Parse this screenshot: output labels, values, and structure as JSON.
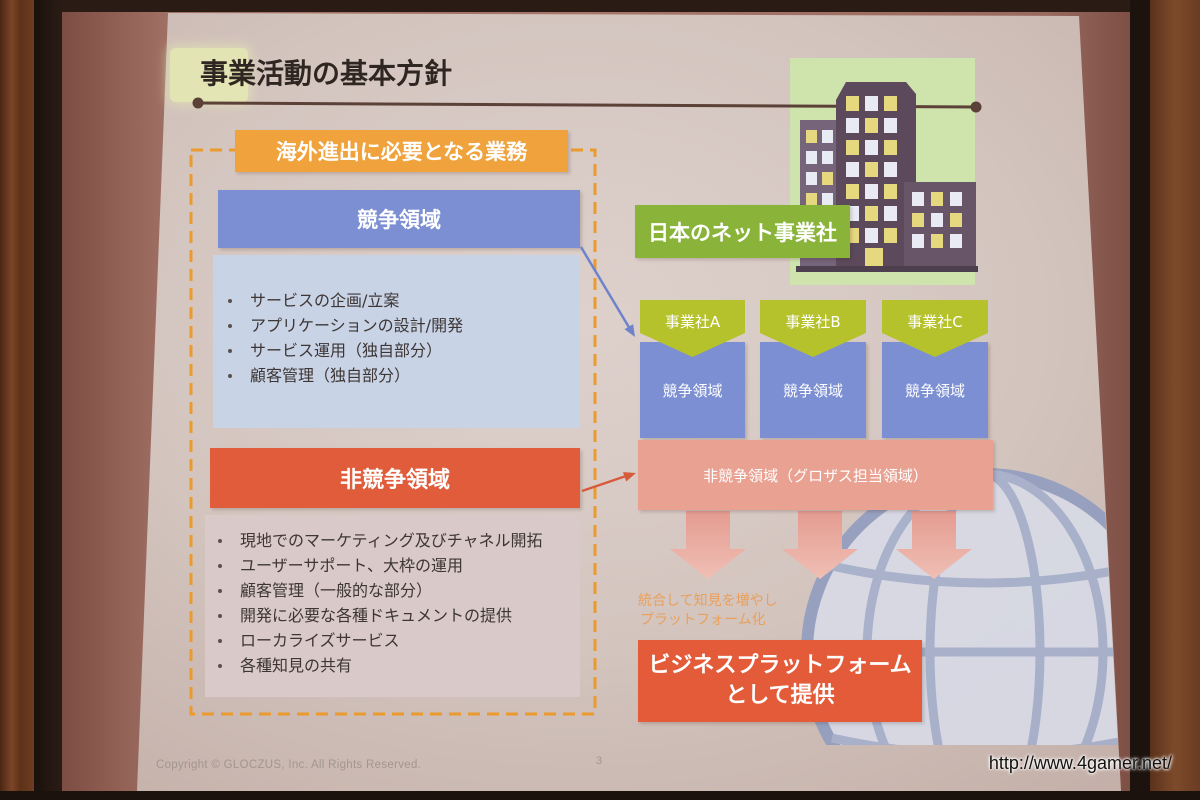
{
  "slide": {
    "title": "事業活動の基本方針",
    "page_number": "3",
    "copyright": "Copyright © GLOCZUS, Inc. All Rights Reserved."
  },
  "left_panel": {
    "header": "海外進出に必要となる業務",
    "competitive": {
      "label": "競争領域",
      "items": [
        "サービスの企画/立案",
        "アプリケーションの設計/開発",
        "サービス運用（独自部分）",
        "顧客管理（独自部分）"
      ]
    },
    "non_competitive": {
      "label": "非競争領域",
      "items": [
        "現地でのマーケティング及びチャネル開拓",
        "ユーザーサポート、大枠の運用",
        "顧客管理（一般的な部分）",
        "開発に必要な各種ドキュメントの提供",
        "ローカライズサービス",
        "各種知見の共有"
      ]
    }
  },
  "right_panel": {
    "company_label": "日本のネット事業社",
    "companies": [
      {
        "name": "事業社A",
        "area": "競争領域"
      },
      {
        "name": "事業社B",
        "area": "競争領域"
      },
      {
        "name": "事業社C",
        "area": "競争領域"
      }
    ],
    "shared_area": "非競争領域（グロザス担当領域）",
    "note_lines": [
      "統合して知見を増やし",
      "プラットフォーム化"
    ],
    "result_lines": [
      "ビジネスプラットフォーム",
      "として提供"
    ]
  },
  "illustrations": {
    "company": "office-buildings-icon",
    "background": "globe-icon"
  },
  "watermark": "http://www.4gamer.net/",
  "colors": {
    "title_text": "#2f2622",
    "header_orange": "#f0a23d",
    "dashed_orange": "#eb9a2e",
    "competitive_blue": "#7c8fd3",
    "competitive_bg": "#c9d3e6",
    "non_competitive_red": "#e05c3a",
    "non_competitive_bg": "#d9c9c8",
    "company_green": "#8ab33a",
    "company_chevron": "#b6c22b",
    "shared_salmon": "#e9a191",
    "note_orange": "#e9a05c",
    "platform_red": "#e35b39"
  }
}
